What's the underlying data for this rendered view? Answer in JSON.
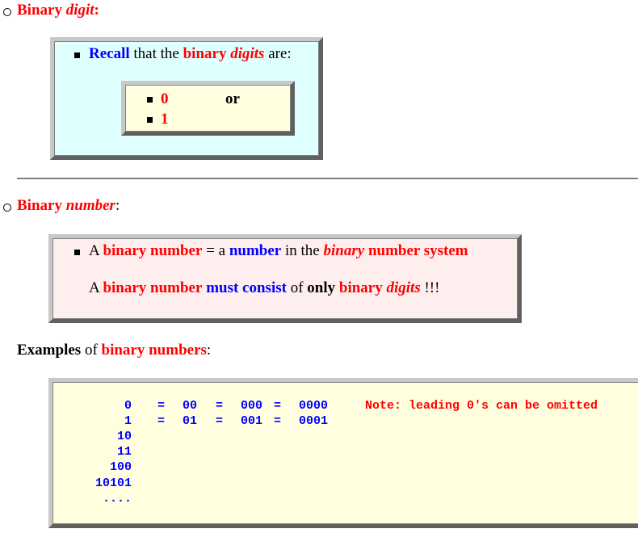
{
  "section1": {
    "heading_bold": "Binary ",
    "heading_italic": "digit",
    "heading_colon": ":",
    "recall_word": "Recall",
    "recall_text1": " that the ",
    "recall_binary": "binary ",
    "recall_digits": "digits",
    "recall_text2": " are:",
    "digit0": "0",
    "digit1": "1",
    "or": "or"
  },
  "section2": {
    "heading_bold": "Binary ",
    "heading_italic": "number",
    "heading_colon": ":",
    "line1": {
      "a": "A ",
      "binary_number": "binary number",
      "eq": " = a ",
      "number": "number",
      "in_the": " in the ",
      "binary_i": "binary",
      "number_system": " number system"
    },
    "line2": {
      "a": "A ",
      "binary_number": "binary number",
      "must_consist": "must consist",
      "of": " of ",
      "only": "only",
      "binary": "binary ",
      "digits": "digits",
      "excl": " !!!"
    }
  },
  "examples": {
    "label_bold": "Examples",
    "label_of": " of ",
    "label_red": "binary numbers",
    "label_colon": ":",
    "rows": [
      [
        "0",
        "=",
        "00",
        "=",
        "000",
        "=",
        "0000"
      ],
      [
        "1",
        "=",
        "01",
        "=",
        "001",
        "=",
        "0001"
      ]
    ],
    "extra": [
      "10",
      "11",
      "100",
      "10101",
      "...."
    ],
    "note": "Note: leading 0's can be omitted"
  },
  "colors": {
    "red": "#ff0000",
    "blue": "#0000ff",
    "cyan_bg": "#e0ffff",
    "yellow_bg": "#ffffe0",
    "pink_bg": "#ffeeee"
  }
}
